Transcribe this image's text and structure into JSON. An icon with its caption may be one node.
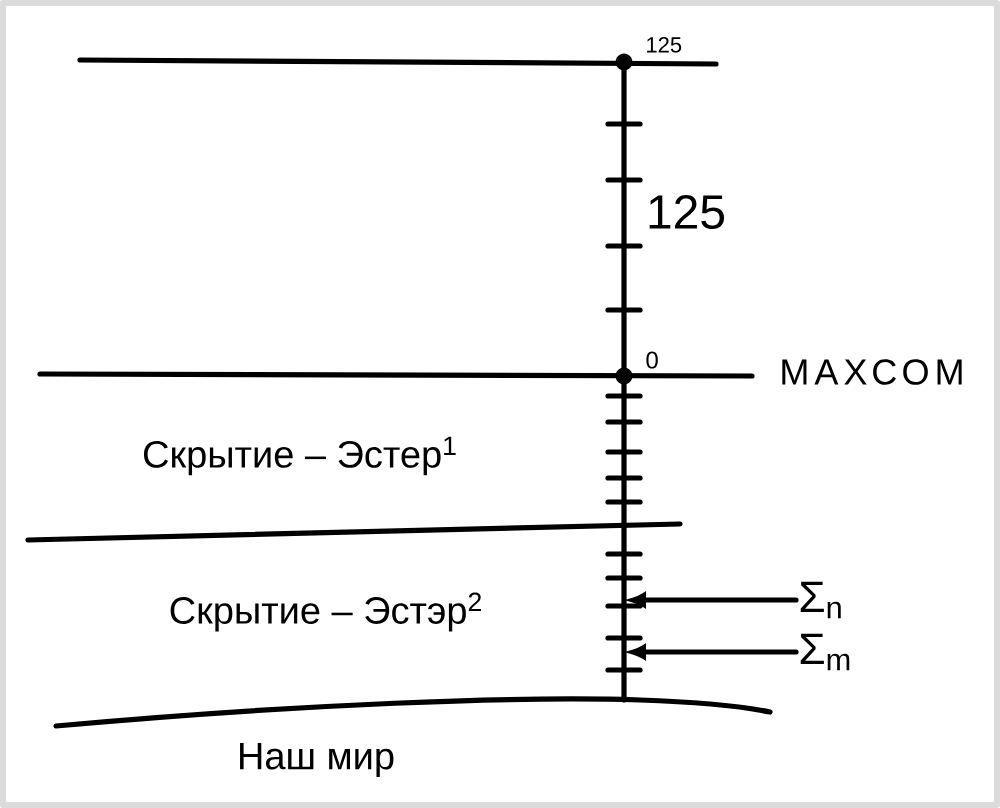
{
  "diagram": {
    "nodes": [
      {
        "text": [
          "Σ$_{n}$"
        ]
      },
      {
        "text": [
          "Σ$_{m}$"
        ]
      },
      {
        "text": [],
        "shape": "scale",
        "beside": [
          "125",
          "125",
          "0"
        ]
      }
    ],
    "edges": [
      {
        "from": 0,
        "to": 2,
        "arrow": "to"
      },
      {
        "from": 1,
        "to": 2,
        "arrow": "to"
      }
    ],
    "labels": [
      "МАХСОМ",
      "Скрытие – Эстер$^{1}$",
      "Скрытие – Эстэр$^{2}$",
      "Наш мир"
    ]
  }
}
